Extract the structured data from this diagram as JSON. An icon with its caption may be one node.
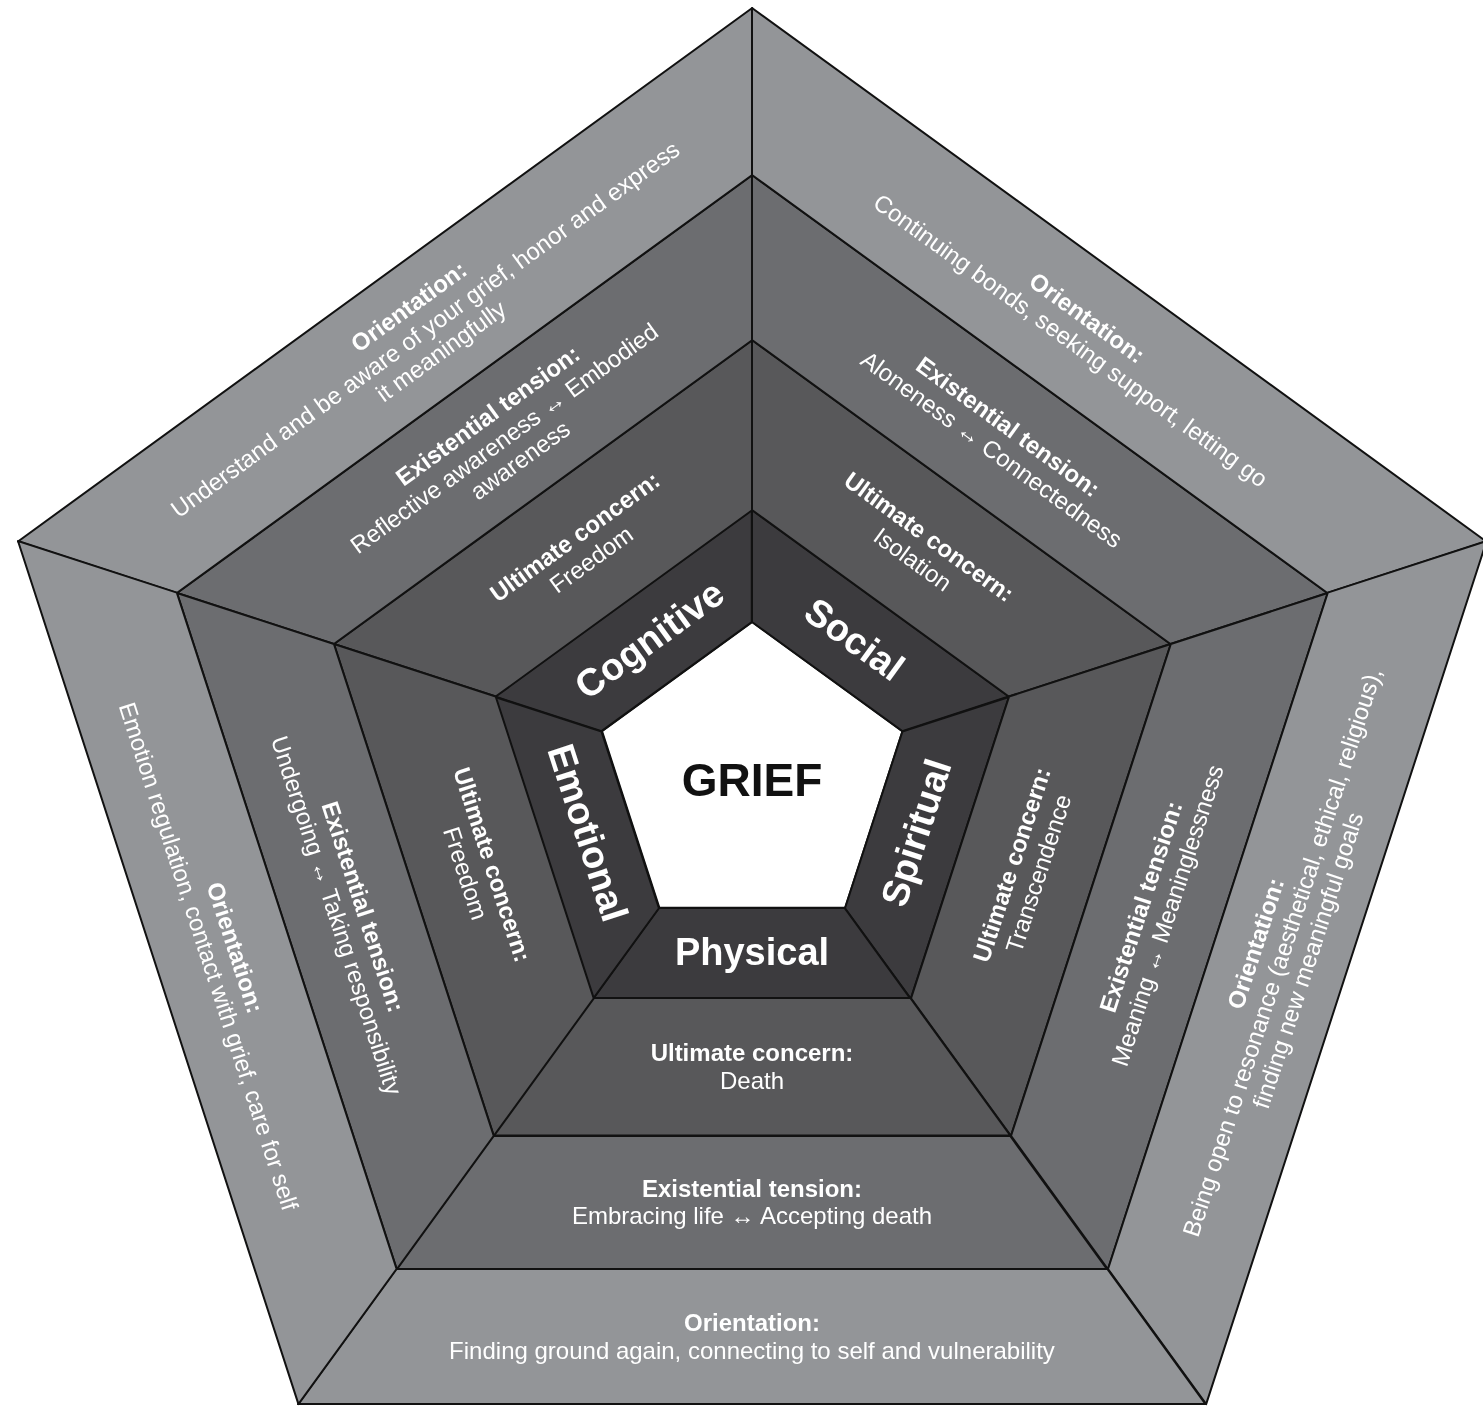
{
  "diagram": {
    "nodes": [
      {
        "text": [
          "GRIEF"
        ]
      },
      {
        "text": [
          "Cognitive"
        ]
      },
      {
        "text": [
          "Social"
        ]
      },
      {
        "text": [
          "Spiritual"
        ]
      },
      {
        "text": [
          "Physical"
        ]
      },
      {
        "text": [
          "Emotional"
        ]
      },
      {
        "text": [
          "Ultimate concern:",
          "Freedom"
        ]
      },
      {
        "text": [
          "Ultimate concern:",
          "Isolation"
        ]
      },
      {
        "text": [
          "Ultimate concern:",
          "Transcendence"
        ]
      },
      {
        "text": [
          "Ultimate concern:",
          "Death"
        ]
      },
      {
        "text": [
          "Ultimate concern:",
          "Freedom"
        ]
      },
      {
        "text": [
          "Existential tension:",
          "Reflective awareness ↔ Embodied awareness"
        ]
      },
      {
        "text": [
          "Existential tension:",
          "Aloneness ↔ Connectedness"
        ]
      },
      {
        "text": [
          "Existential tension:",
          "Meaning ↔ Meaninglessness"
        ]
      },
      {
        "text": [
          "Existential tension:",
          "Embracing life ↔ Accepting death"
        ]
      },
      {
        "text": [
          "Existential tension:",
          "Undergoing ↔ Taking responsibility"
        ]
      },
      {
        "text": [
          "Orientation:",
          "Understand and be aware of your grief, honor and express it meaningfully"
        ]
      },
      {
        "text": [
          "Orientation:",
          "Continuing bonds, seeking support, letting go"
        ]
      },
      {
        "text": [
          "Orientation:",
          "Being open to resonance (aesthetical, ethical, religious), finding new meaningful goals"
        ]
      },
      {
        "text": [
          "Orientation:",
          "Finding ground again, connecting to self and vulnerability"
        ]
      },
      {
        "text": [
          "Orientation:",
          "Emotion regulation, contact with grief, care for self"
        ]
      }
    ]
  }
}
